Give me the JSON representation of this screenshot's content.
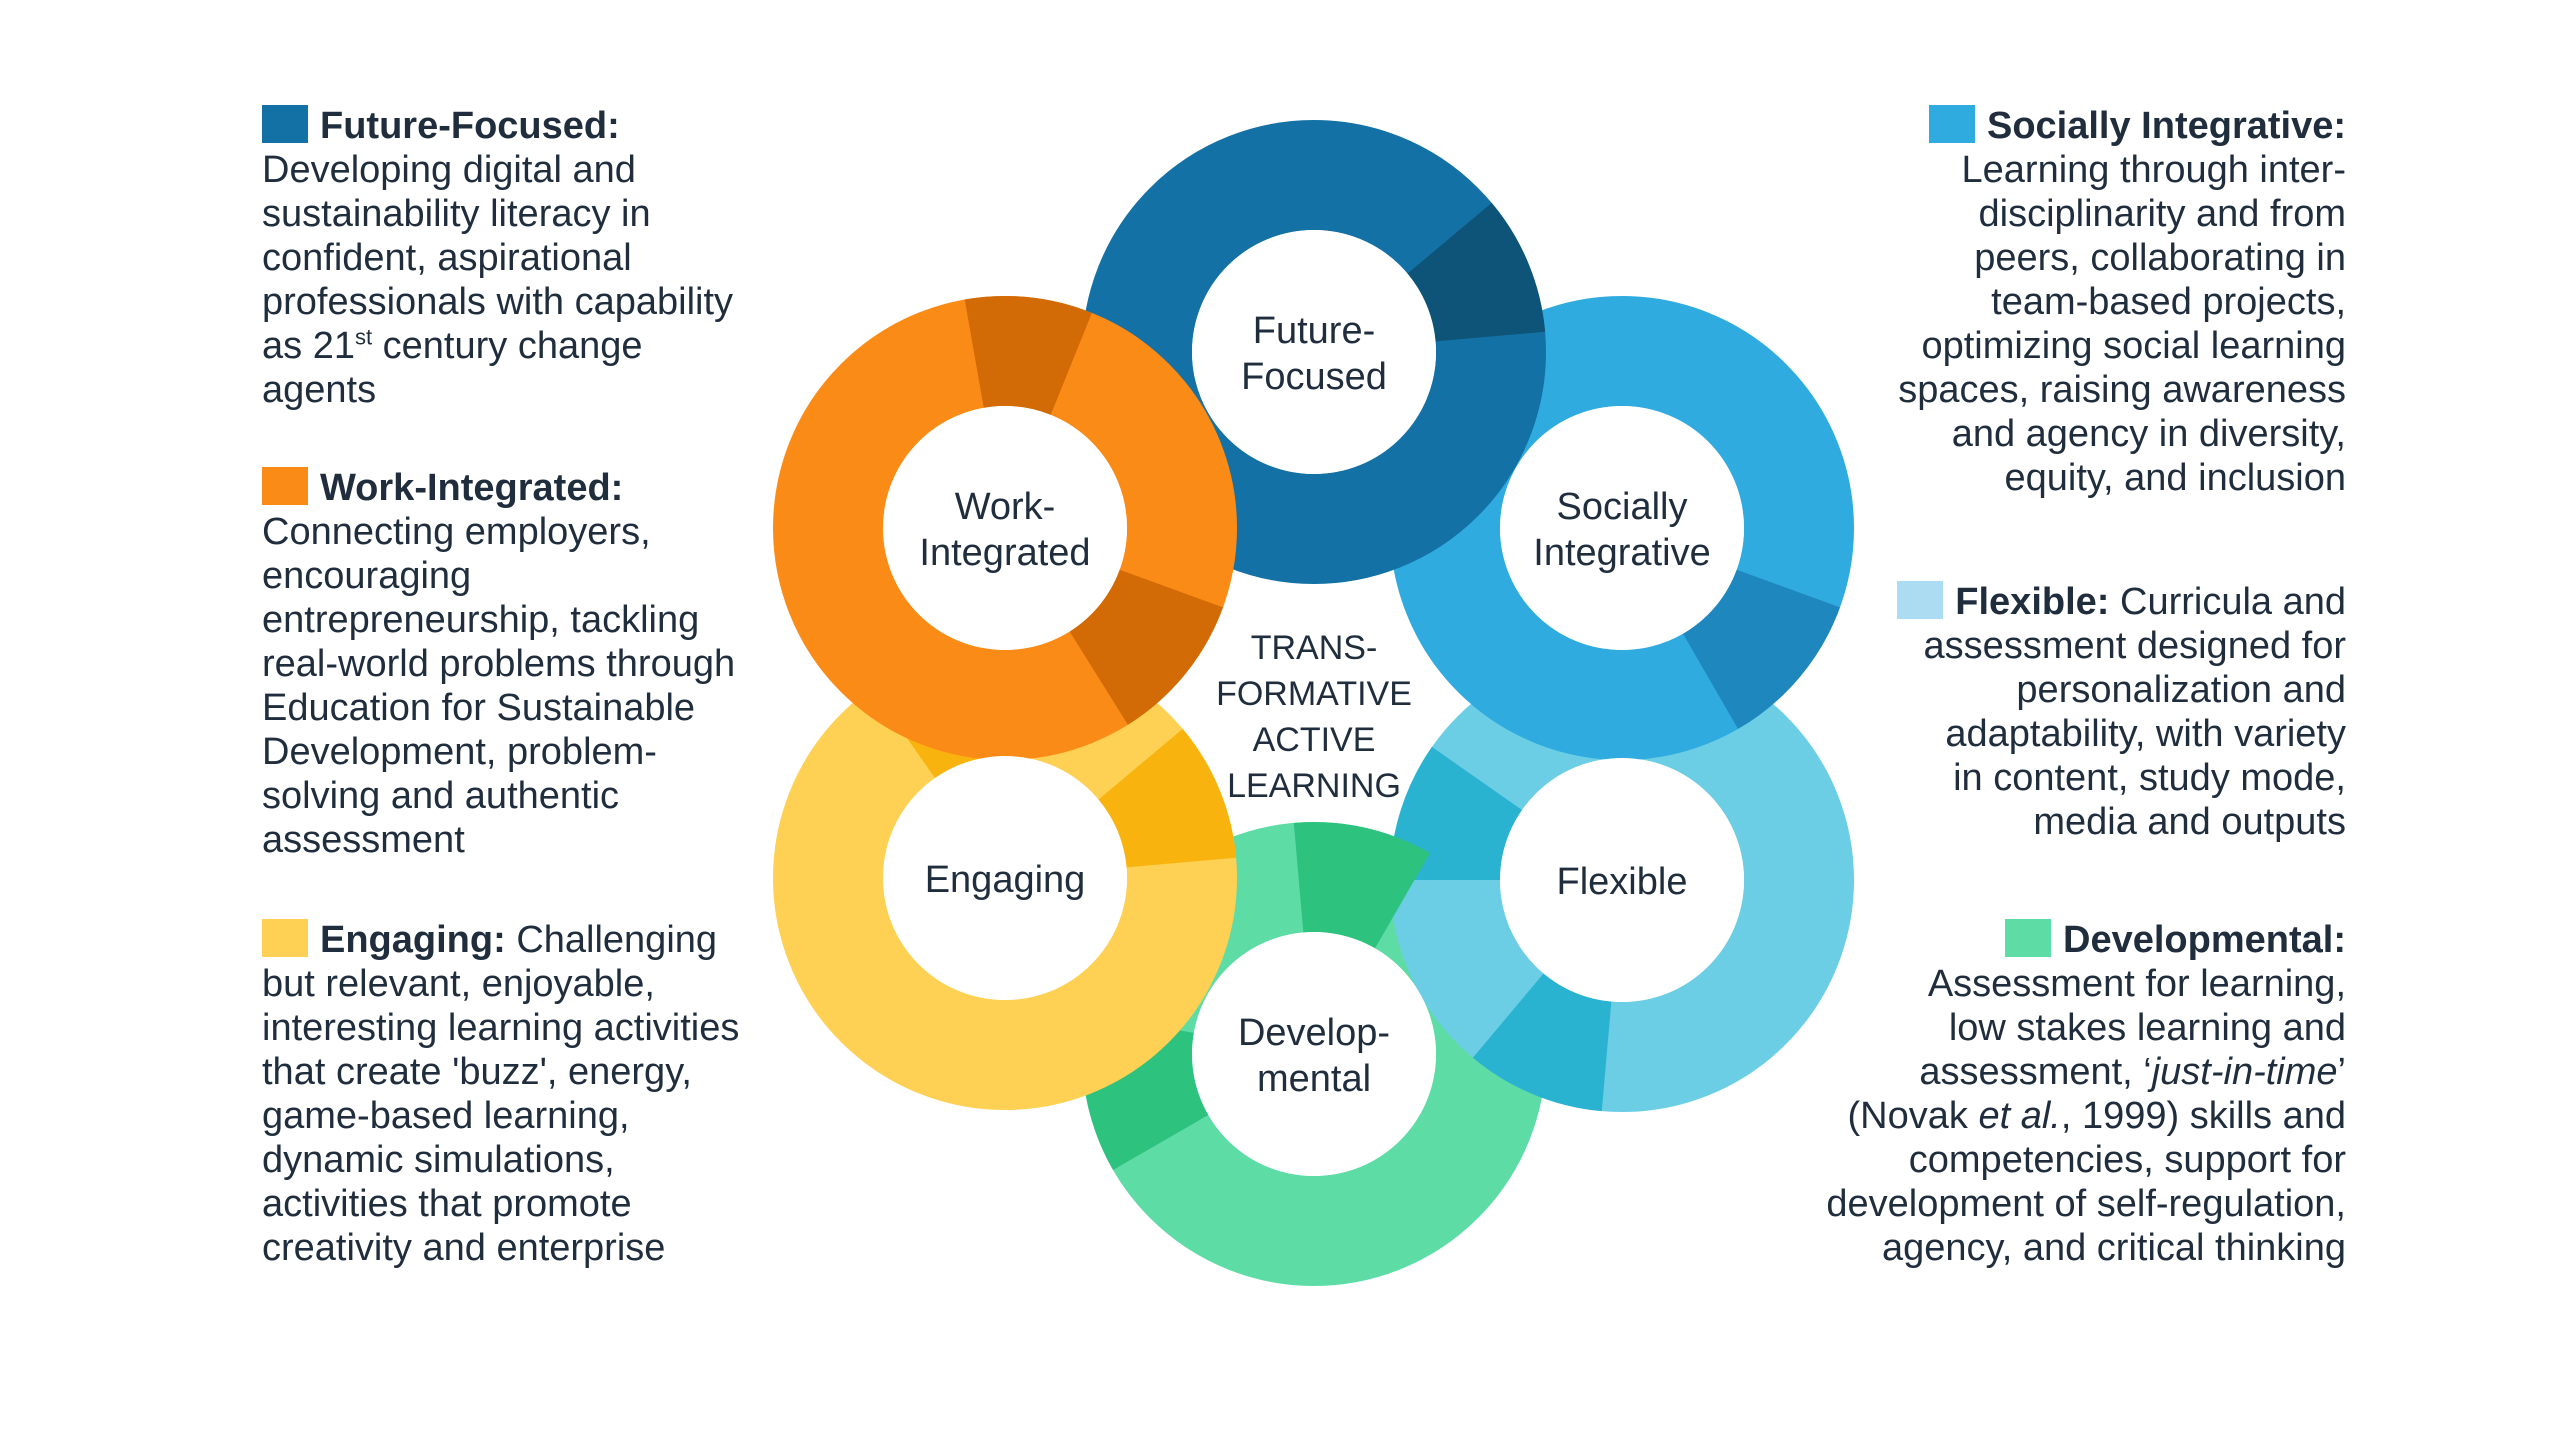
{
  "colors": {
    "future_focused": "#1471a5",
    "future_focused_dark": "#0e5478",
    "socially_integrative": "#2fabe0",
    "socially_integrative_dark": "#1e87bd",
    "flexible": "#6bcee4",
    "flexible_dark": "#2ab3d1",
    "developmental": "#5edca6",
    "developmental_dark": "#2ec27f",
    "engaging": "#fed054",
    "engaging_dark": "#f9b30f",
    "work_integrated": "#fb8b17",
    "work_integrated_dark": "#d26a06",
    "text": "#1f2d3d"
  },
  "diagram": {
    "center": [
      "TRANS-",
      "FORMATIVE",
      "ACTIVE",
      "LEARNING"
    ],
    "nodes": [
      {
        "key": "future",
        "lines": [
          "Future-",
          "Focused"
        ]
      },
      {
        "key": "social",
        "lines": [
          "Socially",
          "Integrative"
        ]
      },
      {
        "key": "flexible",
        "lines": [
          "Flexible"
        ]
      },
      {
        "key": "developmental",
        "lines": [
          "Develop-",
          "mental"
        ]
      },
      {
        "key": "engaging",
        "lines": [
          "Engaging"
        ]
      },
      {
        "key": "work",
        "lines": [
          "Work-",
          "Integrated"
        ]
      }
    ]
  },
  "panels": {
    "future_focused": {
      "heading": "Future-Focused:",
      "line1": "Developing digital and",
      "line2": "sustainability literacy in",
      "line3": "confident, aspirational",
      "line4": "professionals with capability",
      "line5_pre": "as 21",
      "line5_sup": "st",
      "line5_post": " century change",
      "line6": "agents"
    },
    "work_integrated": {
      "heading": "Work-Integrated:",
      "lines": [
        "Connecting employers,",
        "encouraging",
        "entrepreneurship, tackling",
        "real-world problems through",
        "Education for Sustainable",
        "Development, problem-",
        "solving and authentic",
        "assessment"
      ]
    },
    "engaging": {
      "heading": "Engaging:",
      "first_line_rest": " Challenging",
      "lines": [
        "but relevant, enjoyable,",
        "interesting learning activities",
        "that create 'buzz', energy,",
        "game-based learning,",
        "dynamic simulations,",
        "activities that promote",
        "creativity and enterprise"
      ]
    },
    "socially_integrative": {
      "heading": "Socially Integrative:",
      "lines": [
        "Learning through inter-",
        "disciplinarity and from",
        "peers, collaborating in",
        "team-based projects,",
        "optimizing social learning",
        "spaces, raising awareness",
        "and agency in diversity,",
        "equity, and inclusion"
      ]
    },
    "flexible": {
      "heading": "Flexible:",
      "first_line_rest": " Curricula and",
      "lines": [
        "assessment designed for",
        "personalization and",
        "adaptability, with variety",
        "in content, study mode,",
        "media and outputs"
      ]
    },
    "developmental": {
      "heading": "Developmental:",
      "line1": "Assessment for learning,",
      "line2": "low stakes learning and",
      "line3_pre": "assessment, ‘",
      "line3_italic": "just-in-time",
      "line3_post": "’",
      "line4_pre": "(Novak ",
      "line4_italic": "et al.",
      "line4_post": ", 1999) skills and",
      "line5": "competencies, support for",
      "line6": "development of self-regulation,",
      "line7": "agency, and critical thinking"
    }
  }
}
